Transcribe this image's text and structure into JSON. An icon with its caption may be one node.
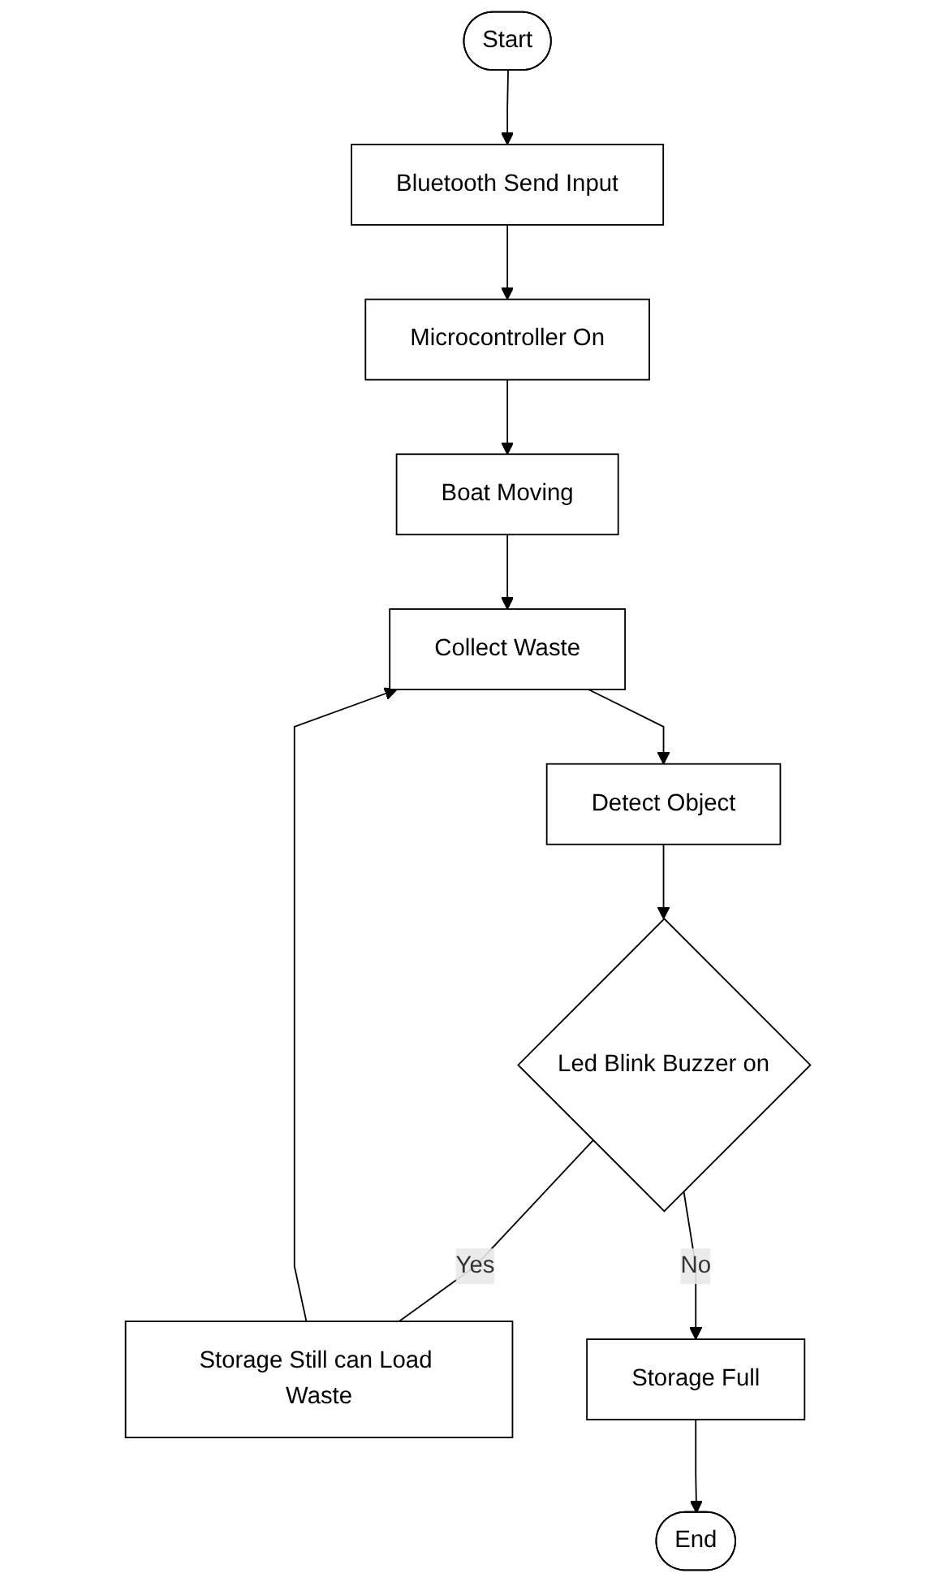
{
  "diagram": {
    "nodes": [
      {
        "text": [
          "Start"
        ]
      },
      {
        "text": [
          "Bluetooth Send Input"
        ]
      },
      {
        "text": [
          "Microcontroller On"
        ]
      },
      {
        "text": [
          "Boat Moving"
        ]
      },
      {
        "text": [
          "Collect Waste"
        ]
      },
      {
        "text": [
          "Detect Object"
        ]
      },
      {
        "text": [
          "Led Blink Buzzer on"
        ]
      },
      {
        "text": [
          "Storage Still can Load Waste"
        ]
      },
      {
        "text": [
          "Storage Full"
        ]
      },
      {
        "text": [
          "End"
        ]
      }
    ],
    "edges": [
      {
        "from": 0,
        "to": 1,
        "arrow": "to"
      },
      {
        "from": 1,
        "to": 2,
        "arrow": "to"
      },
      {
        "from": 2,
        "to": 3,
        "arrow": "to"
      },
      {
        "from": 3,
        "to": 4,
        "arrow": "to"
      },
      {
        "from": 4,
        "to": 5,
        "arrow": "to"
      },
      {
        "from": 5,
        "to": 6,
        "arrow": "to"
      },
      {
        "from": 6,
        "to": 7,
        "arrow": "none",
        "label": "Yes"
      },
      {
        "from": 7,
        "to": 4,
        "arrow": "to"
      },
      {
        "from": 6,
        "to": 8,
        "arrow": "to",
        "label": "No"
      },
      {
        "from": 8,
        "to": 9,
        "arrow": "to"
      }
    ]
  }
}
